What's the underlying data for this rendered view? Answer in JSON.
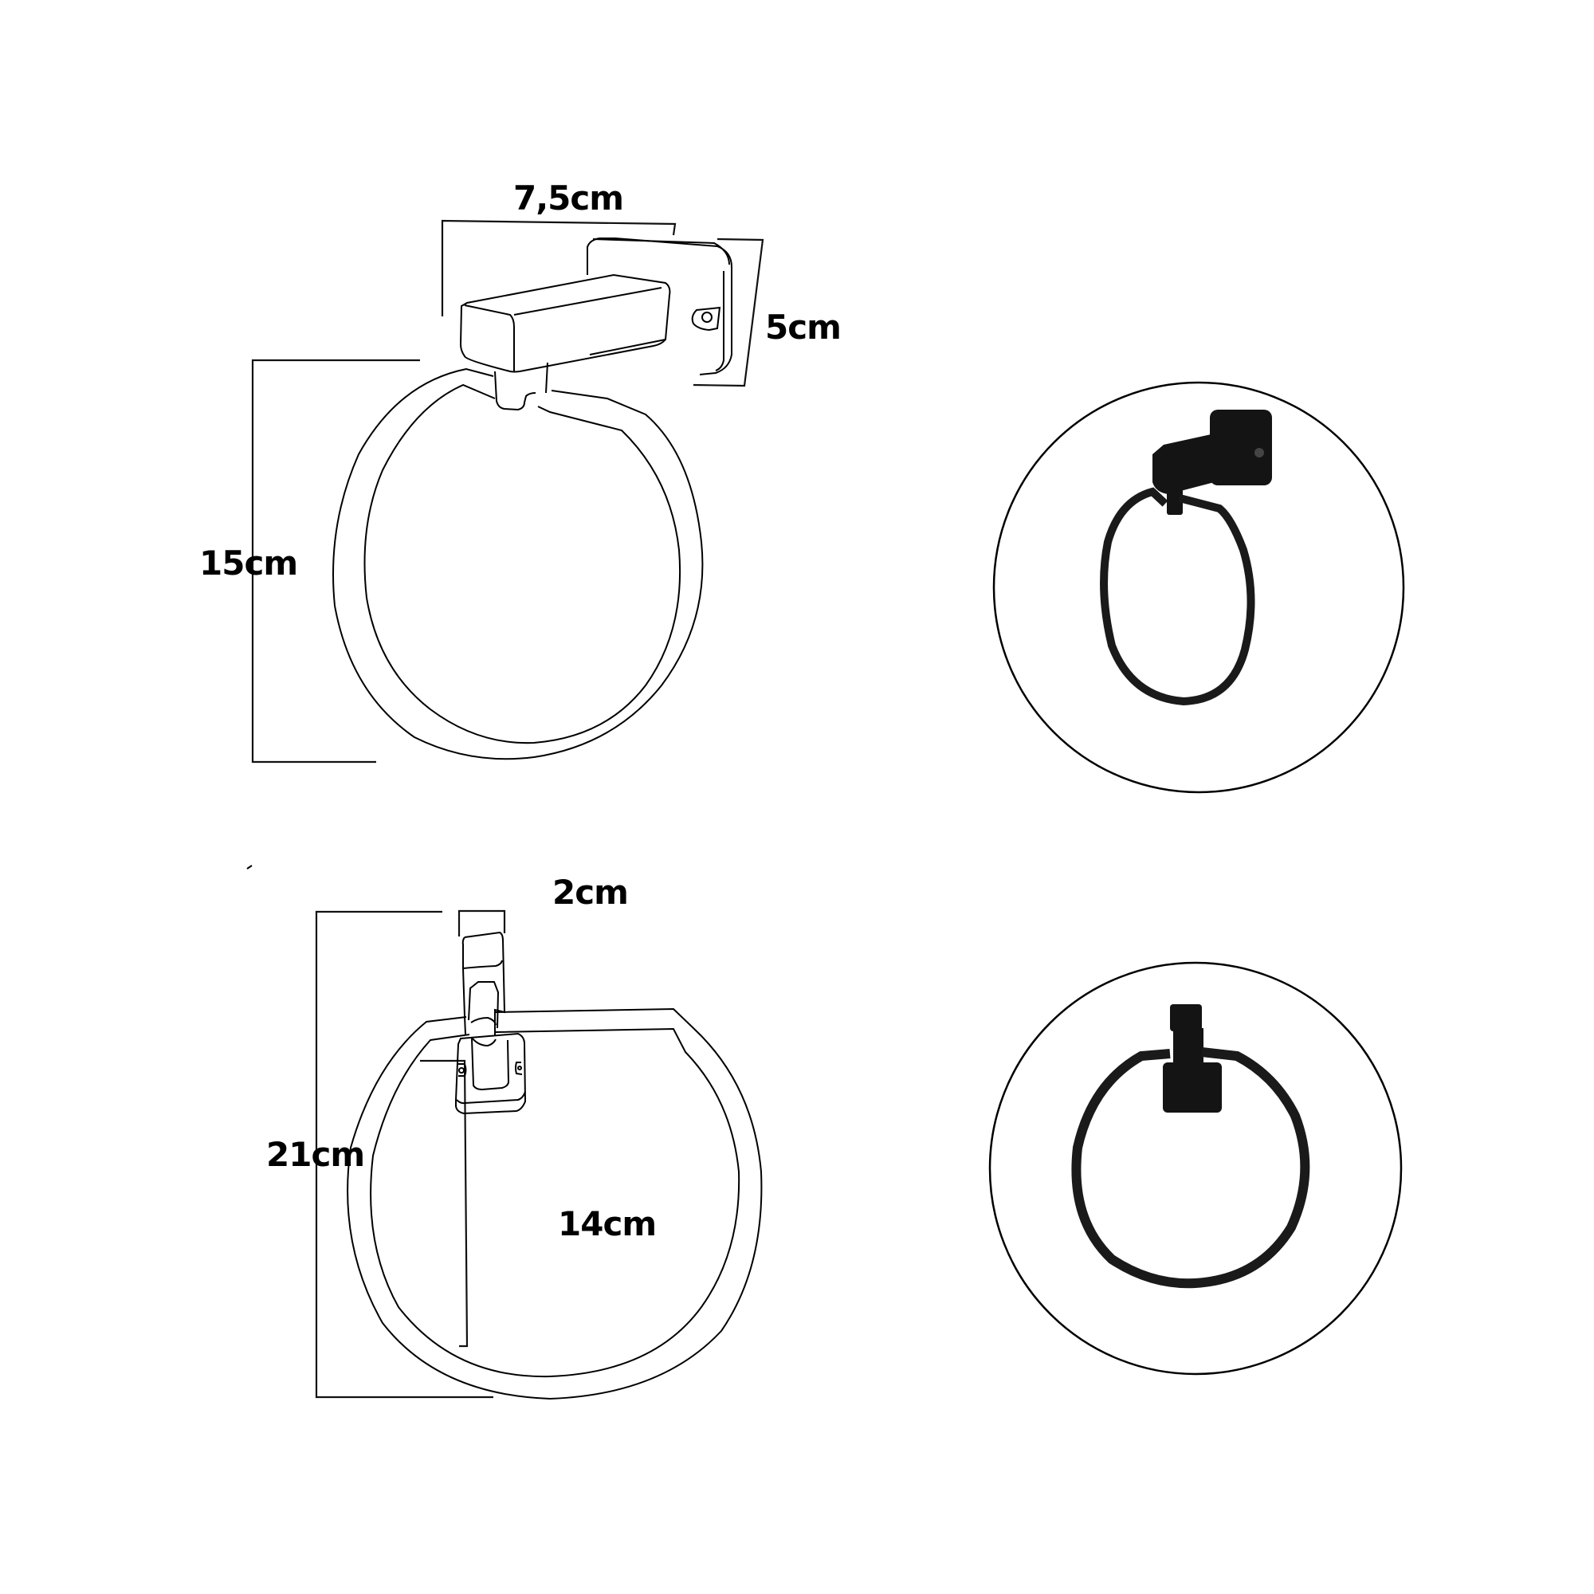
{
  "diagram": {
    "type": "product-dimension-sheet",
    "subject": "Towel ring",
    "colors": {
      "line": "#000000",
      "product": "#141414",
      "background": "#ffffff"
    },
    "side_view": {
      "labels": {
        "depth": "7,5cm",
        "base_height": "5cm",
        "total_height": "15cm"
      }
    },
    "front_view": {
      "labels": {
        "base_width": "2cm",
        "total_height": "21cm",
        "ring_inner_height": "14cm"
      }
    },
    "photos": [
      {
        "view": "side-angle",
        "shape": "circle"
      },
      {
        "view": "front",
        "shape": "circle"
      }
    ]
  }
}
